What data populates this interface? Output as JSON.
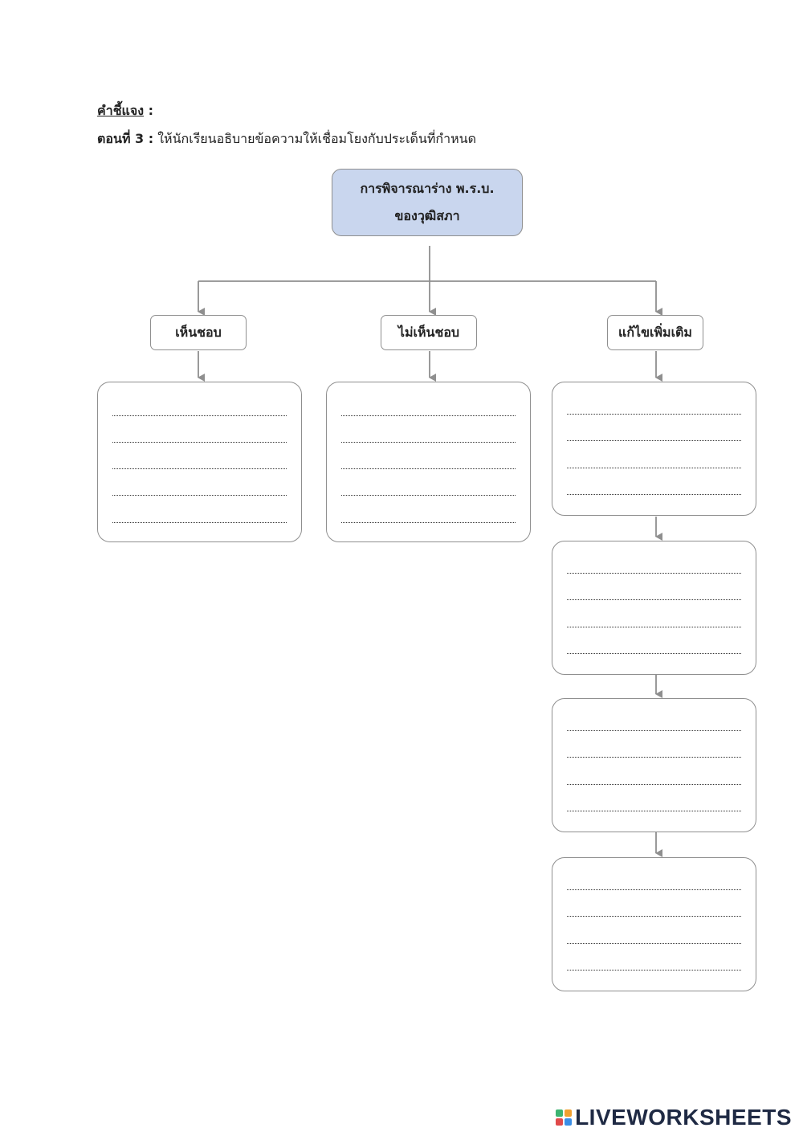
{
  "instructions": {
    "title": "คำชี้แจง",
    "title_suffix": " :",
    "part_label": "ตอนที่ 3 :",
    "text": " ให้นักเรียนอธิบายข้อความให้เชื่อมโยงกับประเด็นที่กำหนด"
  },
  "diagram": {
    "root_line1": "การพิจารณาร่าง พ.ร.บ.",
    "root_line2": "ของวุฒิสภา",
    "branches": [
      "เห็นชอบ",
      "ไม่เห็นชอบ",
      "แก้ไขเพิ่มเติม"
    ],
    "root_color": "#c9d6ee"
  },
  "footer": {
    "brand": "LIVEWORKSHEETS",
    "logo_colors": [
      "#3cb371",
      "#f0a030",
      "#e04a4a",
      "#3a8ee6"
    ]
  }
}
